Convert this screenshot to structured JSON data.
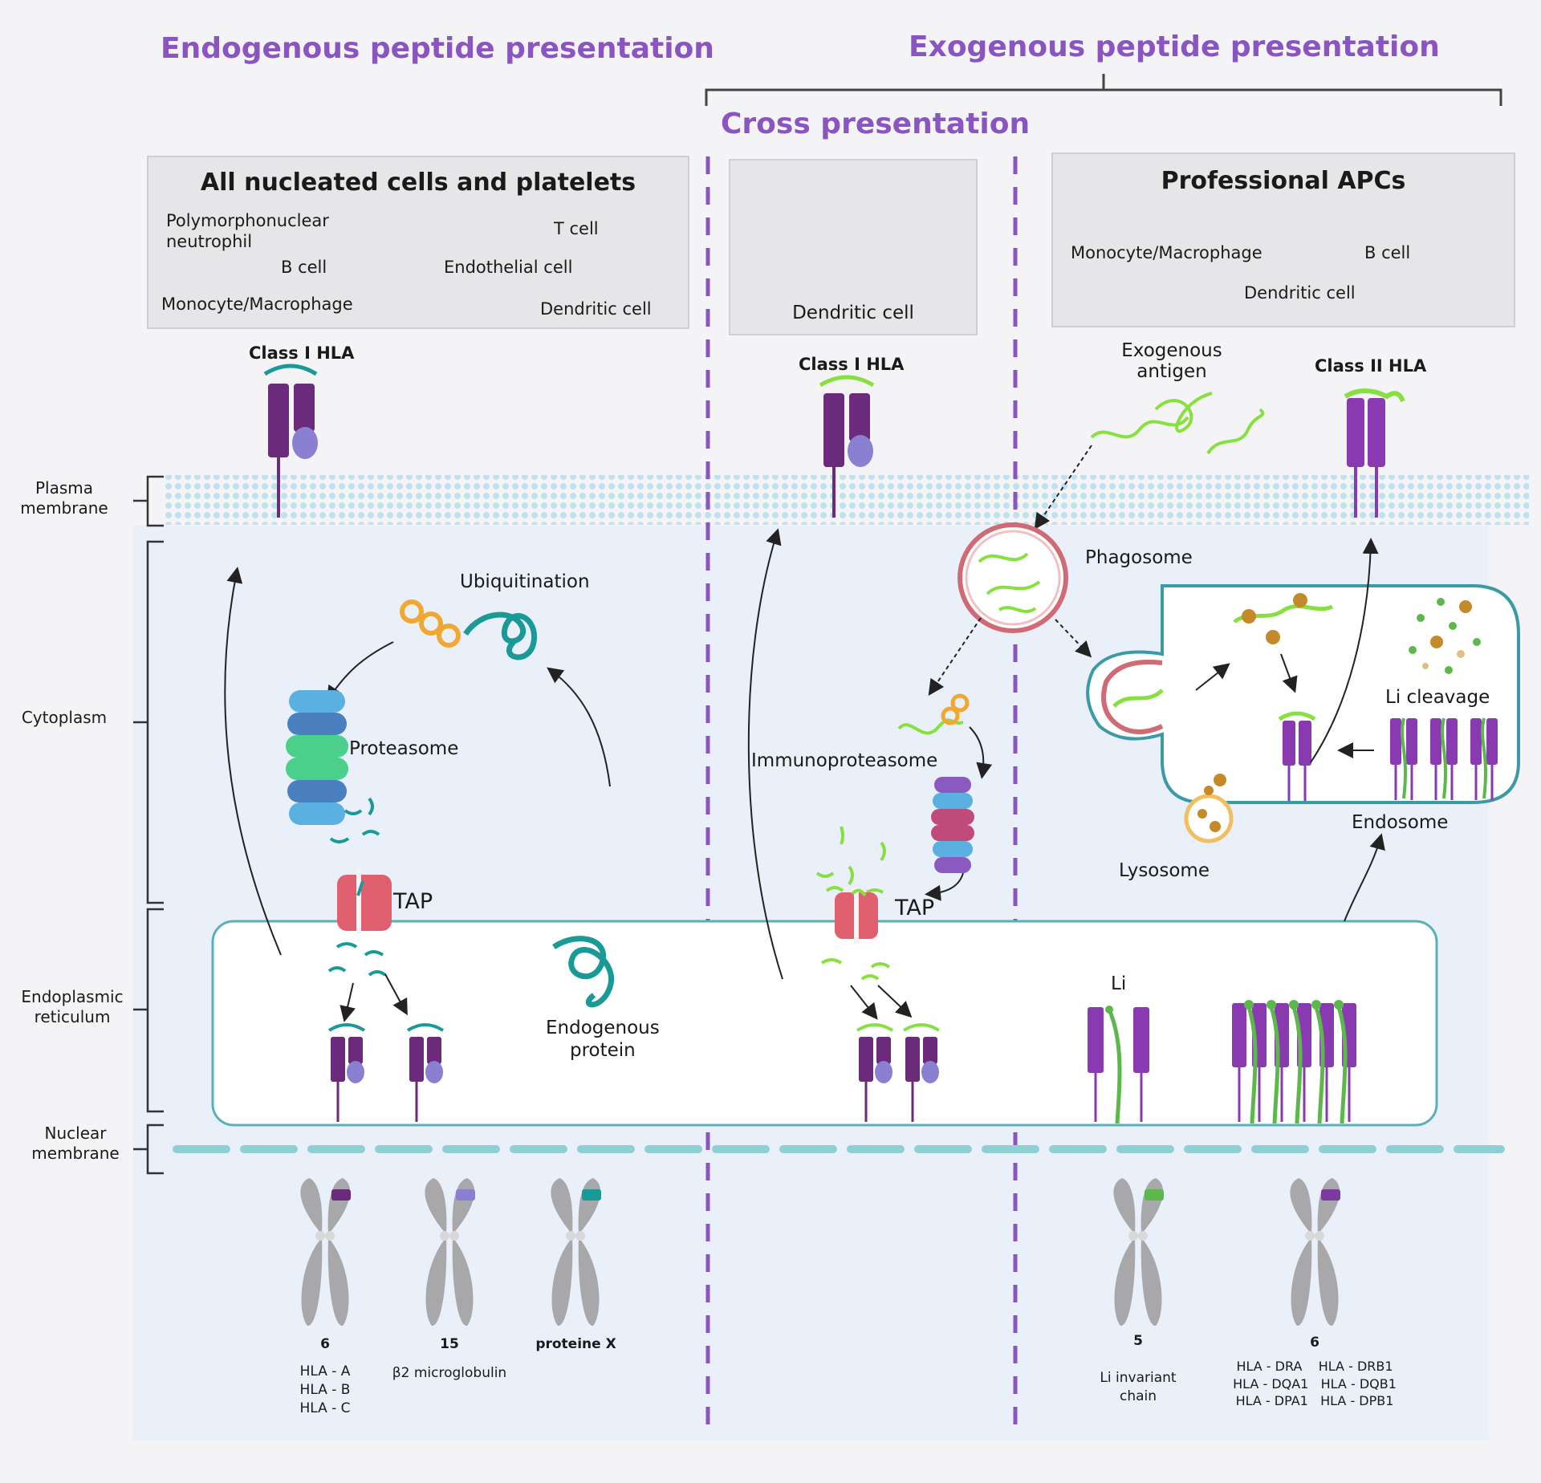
{
  "headers": {
    "endogenous": "Endogenous peptide presentation",
    "exogenous": "Exogenous peptide presentation",
    "cross": "Cross presentation"
  },
  "panels": {
    "nucleated": {
      "title": "All nucleated cells and platelets",
      "cells": [
        "Polymorphonuclear\nneutrophil",
        "T cell",
        "B cell",
        "Endothelial cell",
        "Monocyte/Macrophage",
        "Dendritic cell"
      ]
    },
    "dendritic": {
      "caption": "Dendritic cell"
    },
    "apc": {
      "title": "Professional APCs",
      "cells": [
        "Monocyte/Macrophage",
        "B cell",
        "Dendritic cell"
      ]
    }
  },
  "side_labels": {
    "plasma": "Plasma\nmembrane",
    "cytoplasm": "Cytoplasm",
    "er": "Endoplasmic\nreticulum",
    "nuclear": "Nuclear\nmembrane"
  },
  "hla_labels": {
    "class1_left": "Class I HLA",
    "class1_mid": "Class I HLA",
    "class2": "Class II HLA"
  },
  "process_labels": {
    "ubiquitination": "Ubiquitination",
    "proteasome": "Proteasome",
    "tap_left": "TAP",
    "tap_mid": "TAP",
    "endogenous_protein": "Endogenous\nprotein",
    "immunoproteasome": "Immunoproteasome",
    "exogenous_antigen": "Exogenous\nantigen",
    "phagosome": "Phagosome",
    "li_cleavage": "Li cleavage",
    "endosome": "Endosome",
    "lysosome": "Lysosome",
    "li": "Li"
  },
  "chromosomes": [
    {
      "number": "6",
      "genes": "HLA - A\nHLA - B\nHLA - C",
      "band_color": "#6b2a7a"
    },
    {
      "number": "15",
      "genes": "β2 microglobulin",
      "band_color": "#8a7fd0"
    },
    {
      "number": "proteine X",
      "genes": "",
      "band_color": "#1a9a96"
    },
    {
      "number": "5",
      "genes": "Li invariant\nchain",
      "band_color": "#5cb84a"
    },
    {
      "number": "6",
      "genes": "HLA - DRA    HLA - DRB1\nHLA - DQA1   HLA - DQB1\nHLA - DPA1   HLA - DPB1",
      "band_color": "#7a3aa0"
    }
  ],
  "colors": {
    "title_purple": "#8a55c0",
    "hla_purple": "#6b2a7a",
    "beta2m": "#8a7fd0",
    "teal_peptide": "#1a9a96",
    "green_peptide": "#88e040",
    "tap_pink": "#e06070",
    "membrane_blue": "#bfe3ee"
  }
}
